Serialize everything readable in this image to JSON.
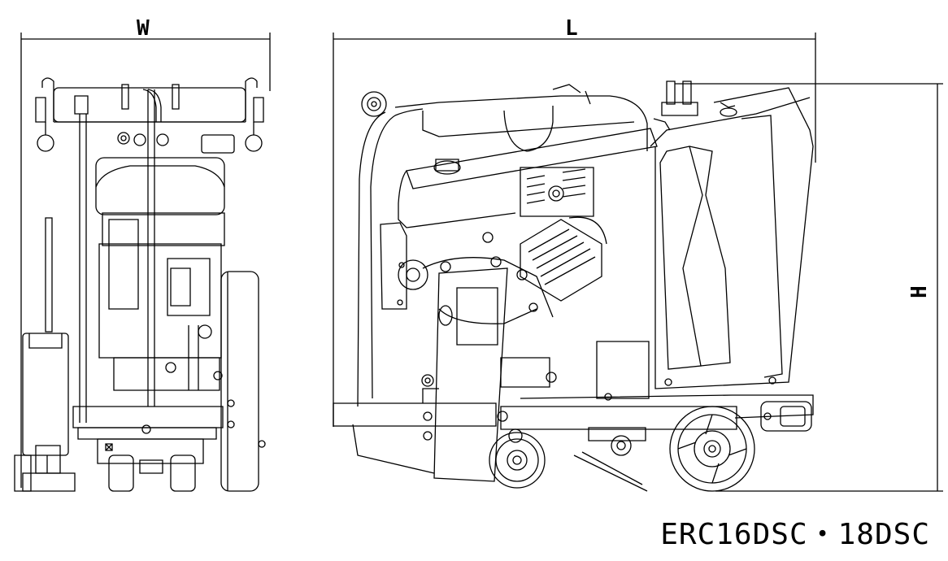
{
  "dimensions": {
    "width_label": "W",
    "length_label": "L",
    "height_label": "H"
  },
  "model": {
    "name": "ERC16DSC・18DSC"
  },
  "colors": {
    "line": "#000000",
    "background": "#ffffff"
  }
}
